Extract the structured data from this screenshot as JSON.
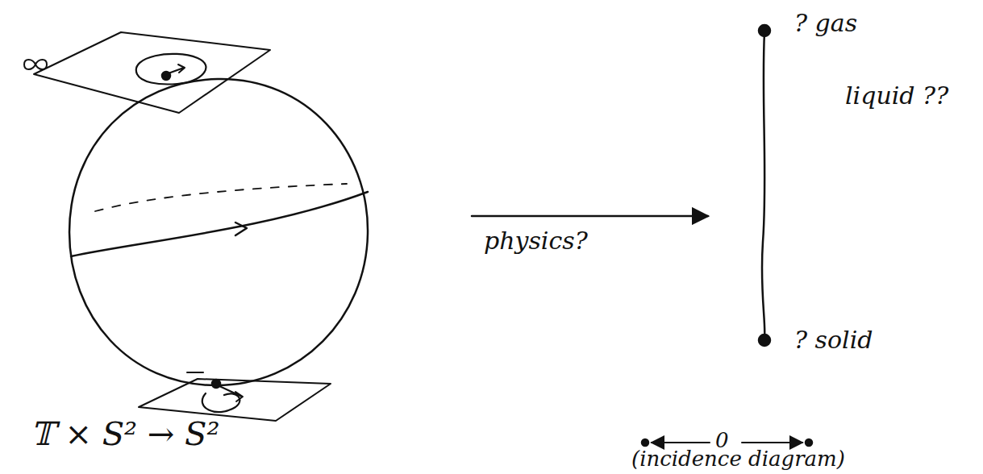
{
  "diagram": {
    "labels": [
      "? gas",
      "liquid ??",
      "? solid",
      "physics?",
      "𝕋 × S² → S²",
      "0",
      "(incidence diagram)"
    ]
  }
}
